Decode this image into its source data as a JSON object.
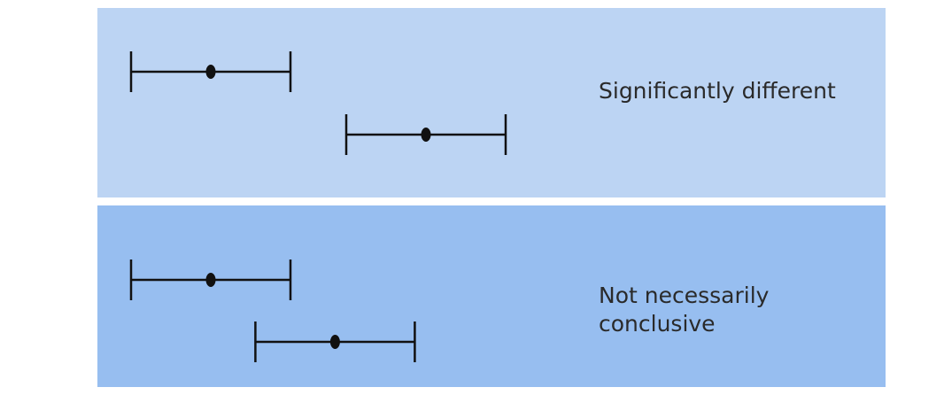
{
  "colors": {
    "panel_top": "#bcd4f3",
    "panel_bottom": "#97bef0",
    "ink": "#111111"
  },
  "panels": [
    {
      "label_lines": [
        "Significantly different"
      ],
      "intervals": [
        {
          "low": 0,
          "mean": 0.5,
          "high": 1
        },
        {
          "low": 1.35,
          "mean": 1.85,
          "high": 2.35
        }
      ]
    },
    {
      "label_lines": [
        "Not necessarily",
        "conclusive"
      ],
      "intervals": [
        {
          "low": 0,
          "mean": 0.5,
          "high": 1
        },
        {
          "low": 0.78,
          "mean": 1.28,
          "high": 1.78
        }
      ]
    }
  ]
}
